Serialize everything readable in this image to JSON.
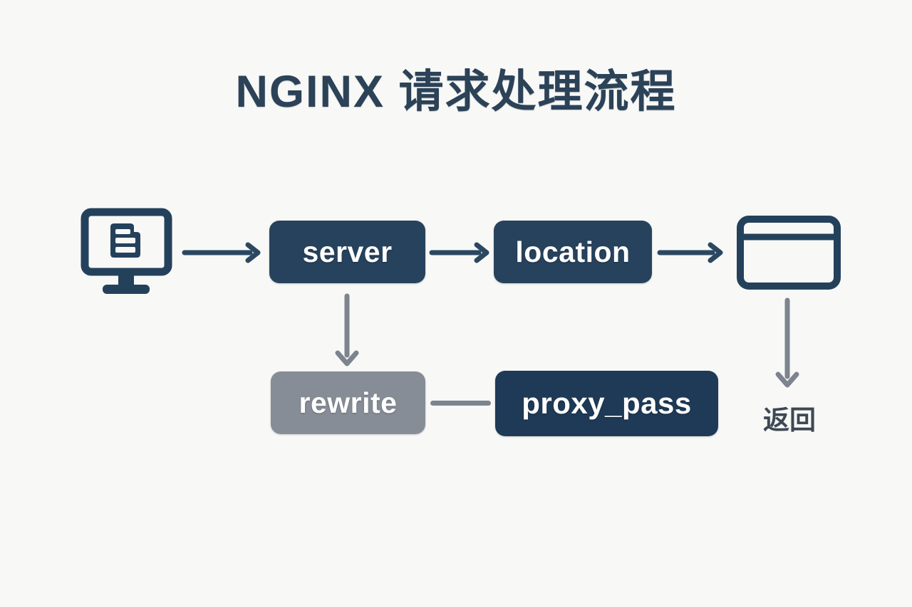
{
  "title": {
    "text": "NGINX 请求处理流程"
  },
  "diagram": {
    "nodes": {
      "client": {
        "icon": "monitor-document-icon"
      },
      "server": {
        "label": "server",
        "color": "#27425c"
      },
      "location": {
        "label": "location",
        "color": "#27425c"
      },
      "browser": {
        "icon": "browser-window-icon"
      },
      "rewrite": {
        "label": "rewrite",
        "color": "#868d96"
      },
      "proxy_pass": {
        "label": "proxy_pass",
        "color": "#1e3a57"
      },
      "return": {
        "label": "返回",
        "color": "#3e4855"
      }
    },
    "edges": [
      {
        "from": "client",
        "to": "server",
        "style": "arrow",
        "direction": "right",
        "color": "#2b4862"
      },
      {
        "from": "server",
        "to": "location",
        "style": "arrow",
        "direction": "right",
        "color": "#2b4862"
      },
      {
        "from": "location",
        "to": "browser",
        "style": "arrow",
        "direction": "right",
        "color": "#2b4862"
      },
      {
        "from": "server",
        "to": "rewrite",
        "style": "arrow",
        "direction": "down",
        "color": "#7d848e"
      },
      {
        "from": "rewrite",
        "to": "proxy_pass",
        "style": "line",
        "direction": "right",
        "color": "#7d848e"
      },
      {
        "from": "browser",
        "to": "return",
        "style": "arrow",
        "direction": "down",
        "color": "#7d848e"
      }
    ]
  },
  "colors": {
    "background": "#f8f8f7",
    "navy": "#27425c",
    "navy_dark": "#1e3a57",
    "gray_box": "#868d96",
    "arrow_navy": "#2b4862",
    "arrow_gray": "#7d848e",
    "title_text": "#2b4257",
    "return_text": "#3e4855"
  }
}
